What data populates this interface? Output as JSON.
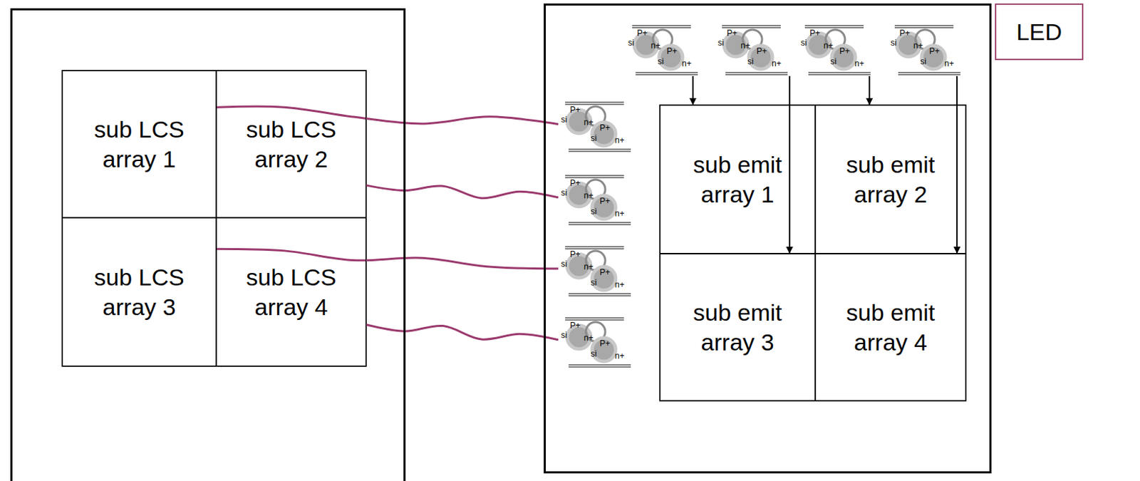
{
  "diagram": {
    "nodes": [
      {
        "text": []
      },
      {
        "text": [
          "sub LCS array 1"
        ],
        "in": 0
      },
      {
        "text": [
          "sub LCS array 2"
        ],
        "in": 0
      },
      {
        "text": [
          "sub LCS array 3"
        ],
        "in": 0
      },
      {
        "text": [
          "sub LCS array 4"
        ],
        "in": 0
      },
      {
        "text": []
      },
      {
        "text": [
          "P+",
          "si",
          "n+",
          "P+",
          "si",
          "n+"
        ],
        "in": 5
      },
      {
        "text": [
          "P+",
          "si",
          "n+",
          "P+",
          "si",
          "n+"
        ],
        "in": 5
      },
      {
        "text": [
          "P+",
          "si",
          "n+",
          "P+",
          "si",
          "n+"
        ],
        "in": 5
      },
      {
        "text": [
          "P+",
          "si",
          "n+",
          "P+",
          "si",
          "n+"
        ],
        "in": 5
      },
      {
        "text": [
          "P+",
          "si",
          "n+",
          "P+",
          "si",
          "n+"
        ],
        "in": 5
      },
      {
        "text": [
          "P+",
          "si",
          "n+",
          "P+",
          "si",
          "n+"
        ],
        "in": 5
      },
      {
        "text": [
          "P+",
          "si",
          "n+",
          "P+",
          "si",
          "n+"
        ],
        "in": 5
      },
      {
        "text": [
          "P+",
          "si",
          "n+",
          "P+",
          "si",
          "n+"
        ],
        "in": 5
      },
      {
        "text": [
          "sub emit array 1"
        ],
        "in": 5
      },
      {
        "text": [
          "sub emit array 2"
        ],
        "in": 5
      },
      {
        "text": [
          "sub emit array 3"
        ],
        "in": 5
      },
      {
        "text": [
          "sub emit array 4"
        ],
        "in": 5
      },
      {
        "text": [
          "LED"
        ]
      }
    ],
    "edges": [
      {
        "from": 1,
        "to": 10,
        "arrow": "none"
      },
      {
        "from": 2,
        "to": 11,
        "arrow": "none"
      },
      {
        "from": 3,
        "to": 12,
        "arrow": "none"
      },
      {
        "from": 4,
        "to": 13,
        "arrow": "none"
      },
      {
        "from": 6,
        "to": 14,
        "arrow": "to"
      },
      {
        "from": 7,
        "to": 16,
        "arrow": "to"
      },
      {
        "from": 8,
        "to": 15,
        "arrow": "to"
      },
      {
        "from": 9,
        "to": 17,
        "arrow": "to"
      }
    ]
  }
}
